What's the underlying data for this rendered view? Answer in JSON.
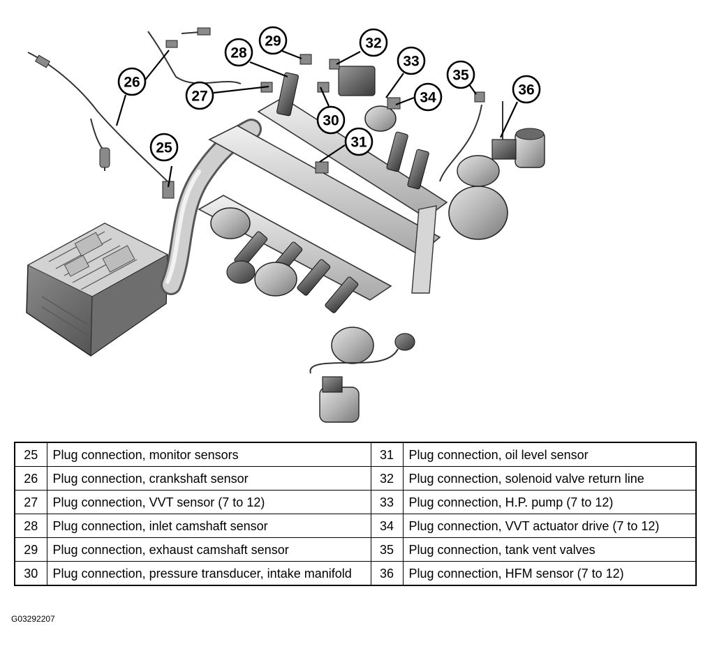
{
  "callouts": [
    {
      "id": "25",
      "label": "25"
    },
    {
      "id": "26",
      "label": "26"
    },
    {
      "id": "27",
      "label": "27"
    },
    {
      "id": "28",
      "label": "28"
    },
    {
      "id": "29",
      "label": "29"
    },
    {
      "id": "30",
      "label": "30"
    },
    {
      "id": "31",
      "label": "31"
    },
    {
      "id": "32",
      "label": "32"
    },
    {
      "id": "33",
      "label": "33"
    },
    {
      "id": "34",
      "label": "34"
    },
    {
      "id": "35",
      "label": "35"
    },
    {
      "id": "36",
      "label": "36"
    }
  ],
  "legend": {
    "rows": [
      {
        "left_num": "25",
        "left_text": "Plug connection, monitor sensors",
        "right_num": "31",
        "right_text": "Plug connection, oil level sensor"
      },
      {
        "left_num": "26",
        "left_text": "Plug connection, crankshaft sensor",
        "right_num": "32",
        "right_text": "Plug connection, solenoid valve return line"
      },
      {
        "left_num": "27",
        "left_text": "Plug connection, VVT sensor (7 to 12)",
        "right_num": "33",
        "right_text": "Plug connection, H.P. pump (7 to 12)"
      },
      {
        "left_num": "28",
        "left_text": "Plug connection, inlet camshaft sensor",
        "right_num": "34",
        "right_text": "Plug connection, VVT actuator drive (7 to 12)"
      },
      {
        "left_num": "29",
        "left_text": "Plug connection, exhaust camshaft sensor",
        "right_num": "35",
        "right_text": "Plug connection, tank vent valves"
      },
      {
        "left_num": "30",
        "left_text": "Plug connection, pressure transducer, intake manifold",
        "right_num": "36",
        "right_text": "Plug connection, HFM sensor (7 to 12)"
      }
    ]
  },
  "figure_code": "G03292207"
}
